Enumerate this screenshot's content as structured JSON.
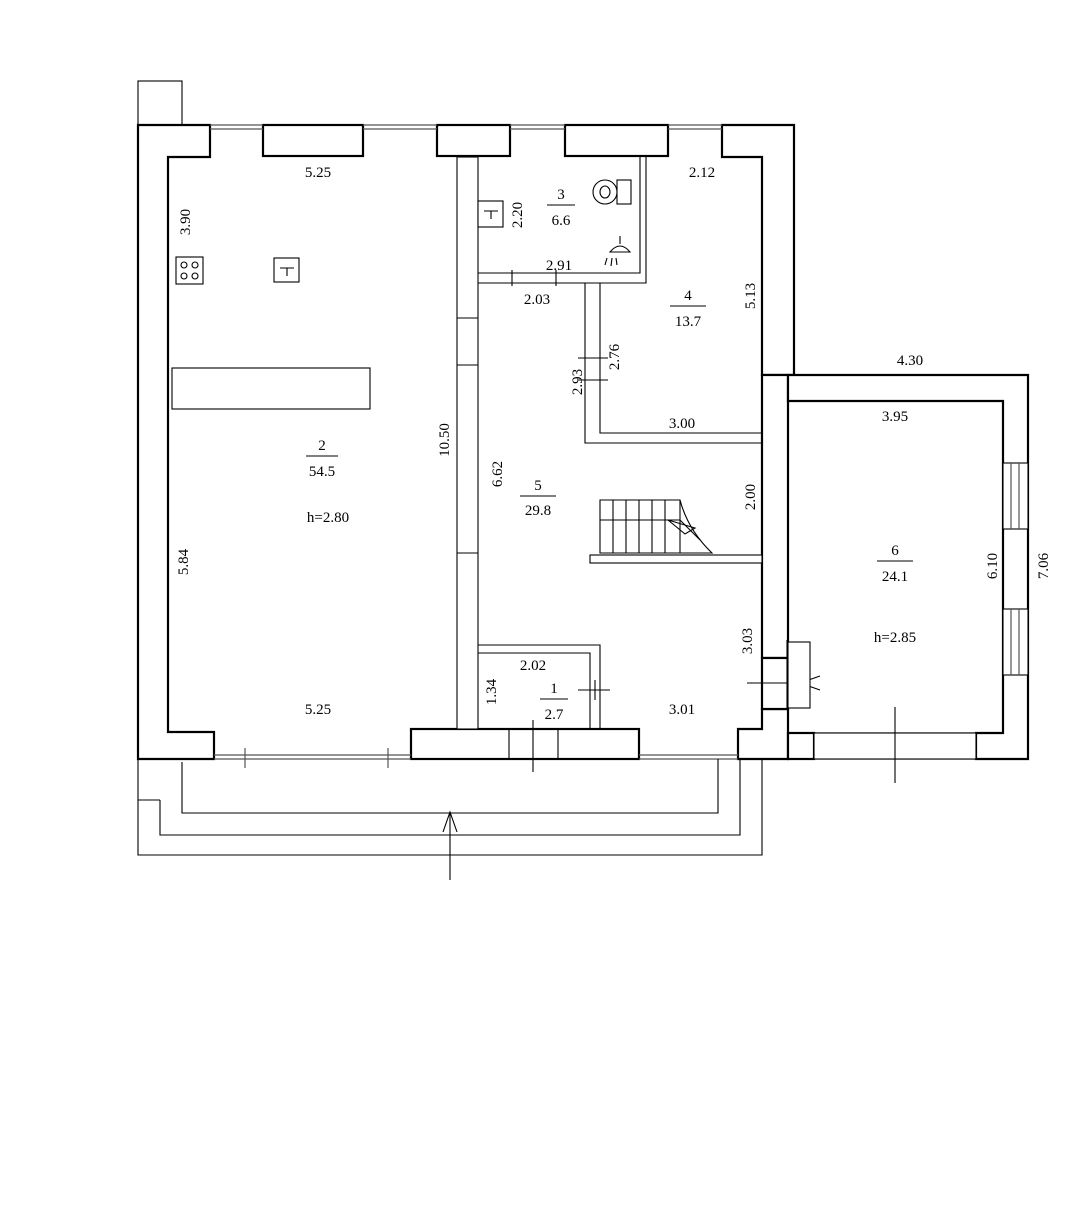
{
  "rooms": [
    {
      "id": "r1",
      "number": "1",
      "area": "2.7"
    },
    {
      "id": "r2",
      "number": "2",
      "area": "54.5",
      "height": "h=2.80"
    },
    {
      "id": "r3",
      "number": "3",
      "area": "6.6"
    },
    {
      "id": "r4",
      "number": "4",
      "area": "13.7"
    },
    {
      "id": "r5",
      "number": "5",
      "area": "29.8"
    },
    {
      "id": "r6",
      "number": "6",
      "area": "24.1",
      "height": "h=2.85"
    }
  ],
  "dimensions": {
    "r2_top_width": "5.25",
    "r2_bottom_width": "5.25",
    "r2_kitchen_height": "3.90",
    "r2_lower_height": "5.84",
    "r2_total_height": "10.50",
    "r3_width": "2.91",
    "r3_height": "2.20",
    "r4_top_width": "2.12",
    "r4_height": "5.13",
    "r4_bottom_width": "3.00",
    "r4_side": "2.76",
    "hall_width": "2.03",
    "hall_depth": "2.93",
    "r5_height": "6.62",
    "stair_height": "2.00",
    "r5_lower_height": "3.03",
    "r5_bottom_width": "3.01",
    "r1_width": "2.02",
    "r1_height": "1.34",
    "r6_outer_width": "4.30",
    "r6_inner_width": "3.95",
    "r6_inner_height": "6.10",
    "r6_outer_height": "7.06"
  },
  "colors": {
    "line": "#000000",
    "background": "#ffffff",
    "window": "#555555"
  }
}
